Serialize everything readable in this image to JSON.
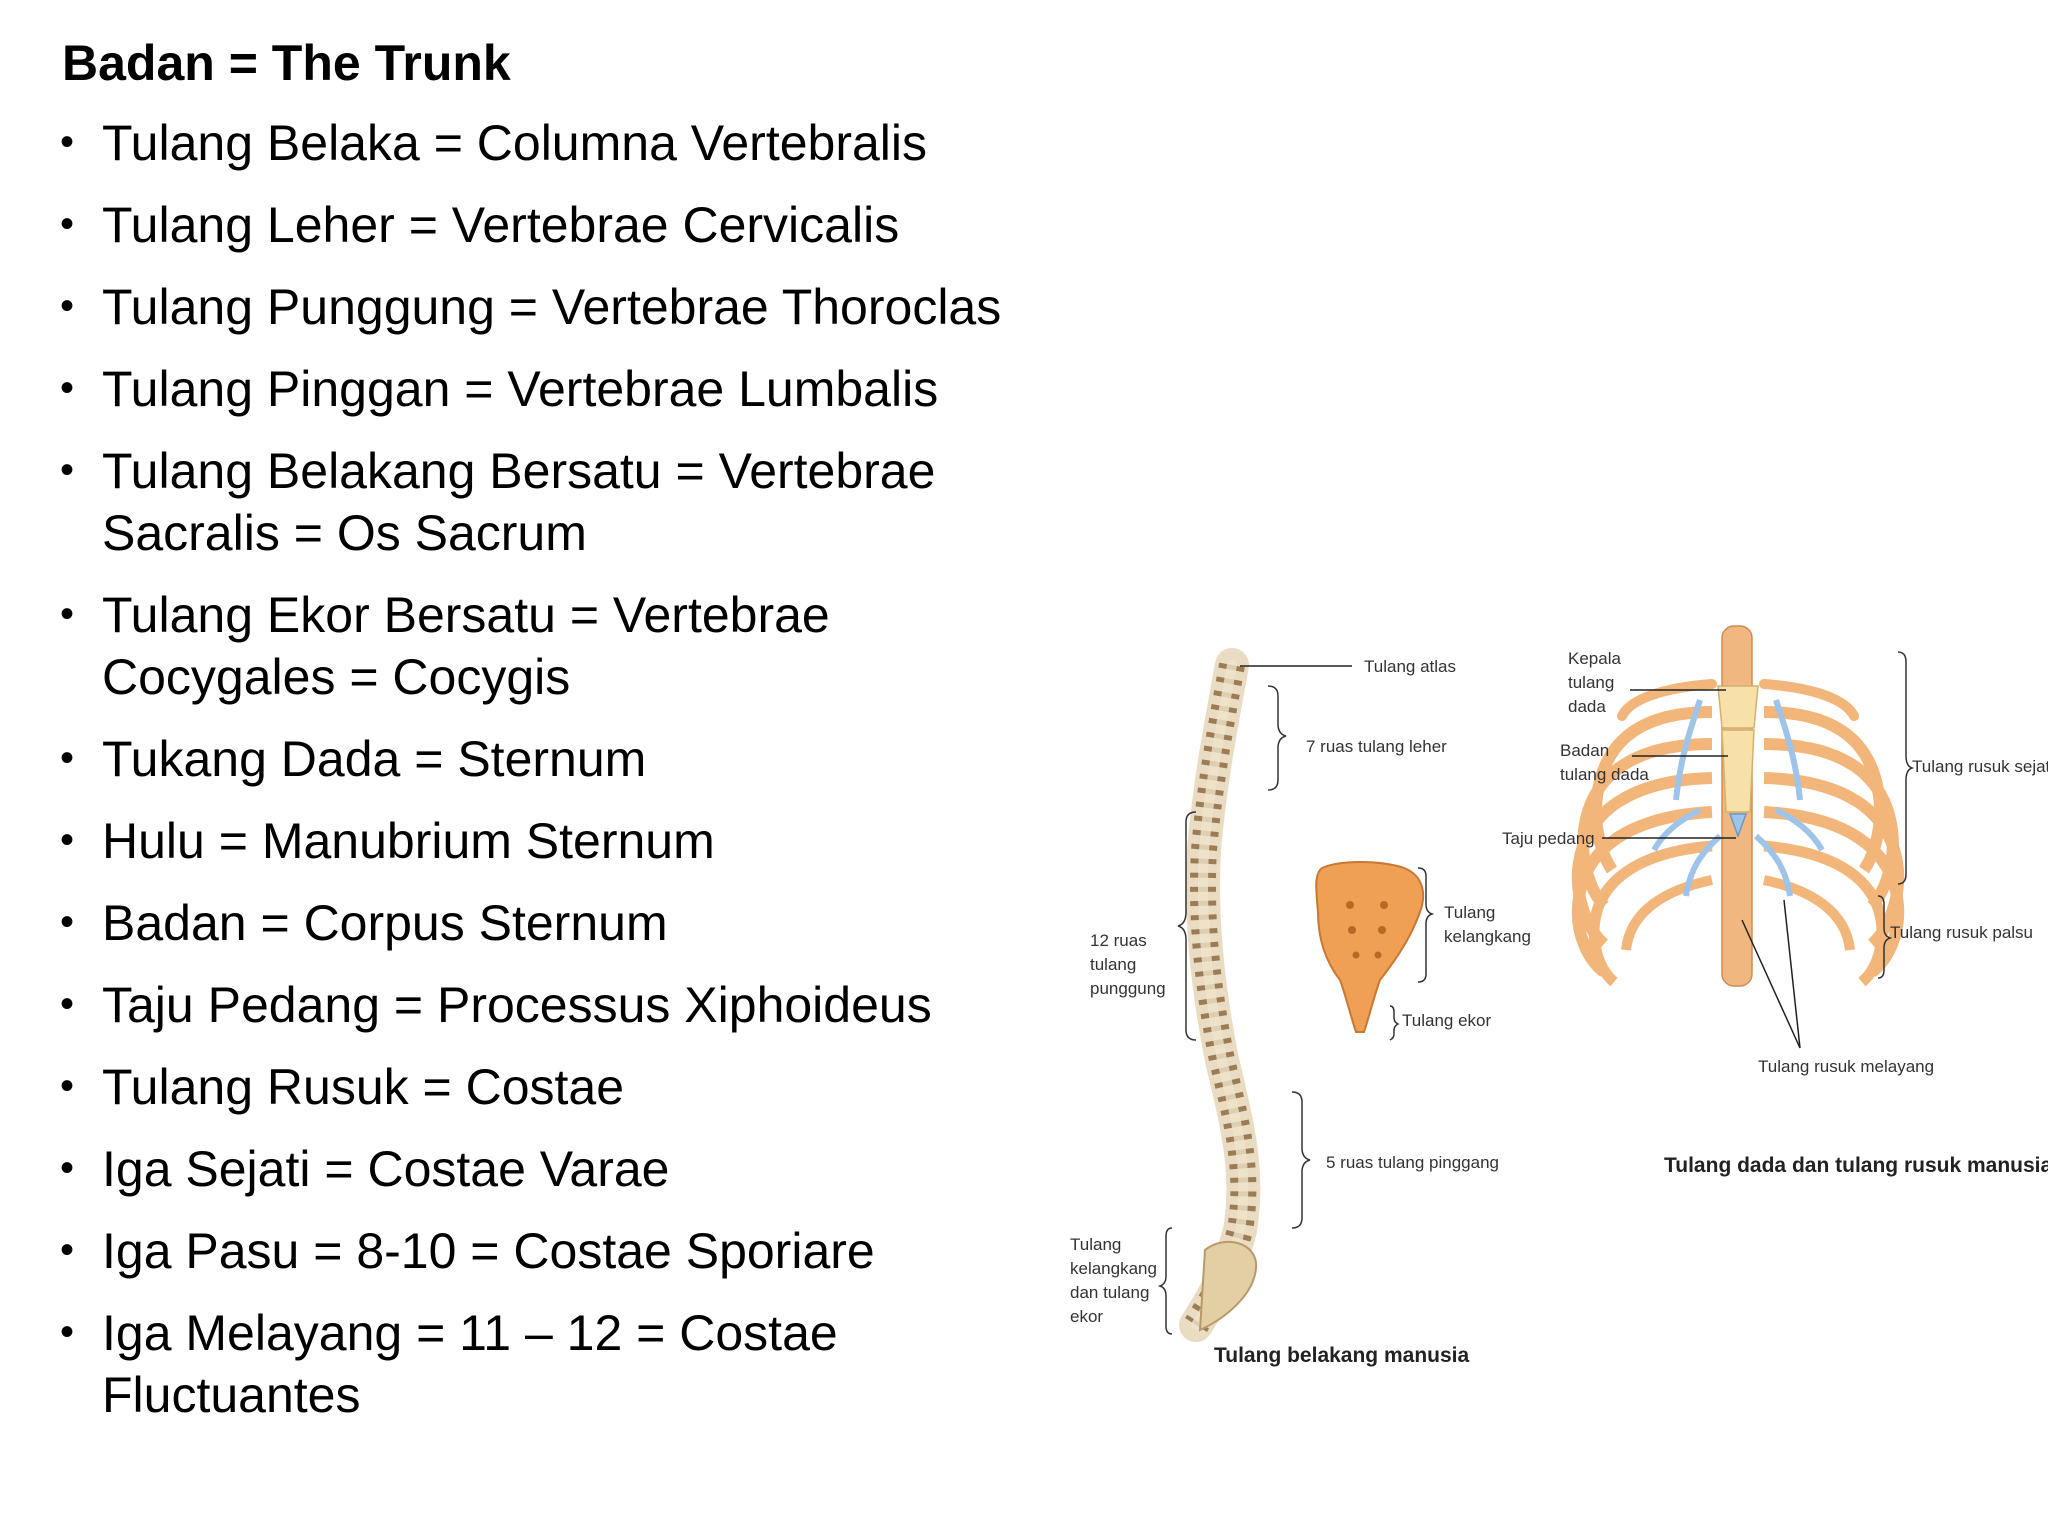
{
  "slide": {
    "title": "Badan = The Trunk",
    "bullets": [
      {
        "text": "Tulang Belaka = Columna Vertebralis"
      },
      {
        "text": "Tulang Leher = Vertebrae Cervicalis"
      },
      {
        "text": "Tulang Punggung = Vertebrae Thoroclas"
      },
      {
        "text": "Tulang Pinggan = Vertebrae Lumbalis"
      },
      {
        "text": "Tulang Belakang Bersatu = Vertebrae Sacralis = Os Sacrum"
      },
      {
        "text": "Tulang Ekor Bersatu = Vertebrae Cocygales = Cocygis"
      },
      {
        "text": "Tukang Dada = Sternum"
      },
      {
        "text": "Hulu = Manubrium Sternum"
      },
      {
        "text": "Badan = Corpus Sternum"
      },
      {
        "text": "Taju Pedang = Processus Xiphoideus"
      },
      {
        "text": "Tulang Rusuk = Costae"
      },
      {
        "text": "Iga Sejati = Costae Varae"
      },
      {
        "text": "Iga Pasu = 8-10 = Costae Sporiare"
      },
      {
        "text": "Iga Melayang = 11 – 12 = Costae Fluctuantes"
      }
    ]
  },
  "figure": {
    "spine_caption": "Tulang belakang manusia",
    "chest_caption": "Tulang dada dan tulang rusuk manusia",
    "labels": {
      "atlas": "Tulang atlas",
      "neck": "7 ruas tulang leher",
      "back_1": "12 ruas",
      "back_2": "tulang",
      "back_3": "punggung",
      "waist": "5 ruas tulang pinggang",
      "pelvis_tail_1": "Tulang",
      "pelvis_tail_2": "kelangkang",
      "pelvis_tail_3": "dan tulang",
      "pelvis_tail_4": "ekor",
      "sacrum_1": "Tulang",
      "sacrum_2": "kelangkang",
      "tailbone": "Tulang ekor",
      "manubrium_1": "Kepala",
      "manubrium_2": "tulang",
      "manubrium_3": "dada",
      "sternum_body_1": "Badan",
      "sternum_body_2": "tulang dada",
      "xiphoid": "Taju pedang",
      "true_ribs": "Tulang rusuk sejati",
      "false_ribs": "Tulang rusuk palsu",
      "floating_ribs": "Tulang rusuk melayang"
    }
  }
}
